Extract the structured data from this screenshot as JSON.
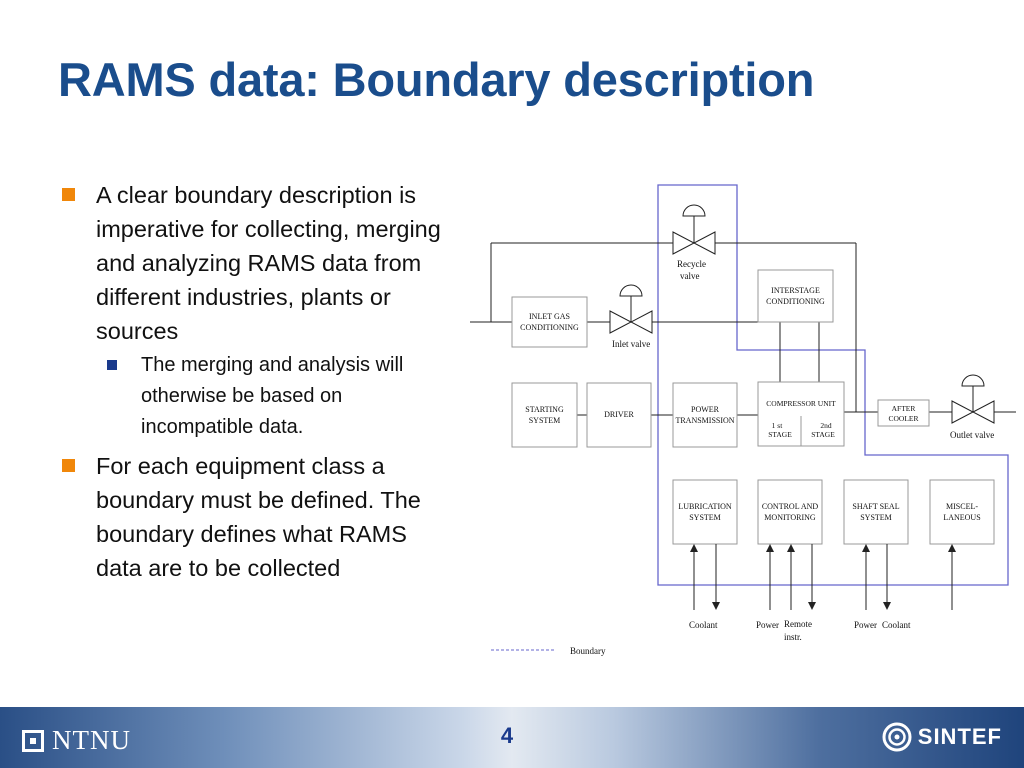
{
  "slide": {
    "title": "RAMS data: Boundary description",
    "page_number": "4"
  },
  "bullets": [
    {
      "level": 1,
      "text": "A clear boundary description is imperative for collecting, merging and analyzing RAMS data from different industries, plants or sources"
    },
    {
      "level": 2,
      "text": "The merging and analysis will otherwise be based on incompatible data."
    },
    {
      "level": 1,
      "text": "For each equipment class a boundary must be defined. The boundary defines what RAMS data are to be collected"
    }
  ],
  "diagram": {
    "boxes": {
      "inlet_gas_conditioning": [
        "INLET GAS",
        "CONDITIONING"
      ],
      "interstage_conditioning": [
        "INTERSTAGE",
        "CONDITIONING"
      ],
      "starting_system": [
        "STARTING",
        "SYSTEM"
      ],
      "driver": [
        "DRIVER"
      ],
      "power_transmission": [
        "POWER",
        "TRANSMISSION"
      ],
      "compressor_unit": "COMPRESSOR UNIT",
      "stage1": [
        "1 st",
        "STAGE"
      ],
      "stage2": [
        "2nd",
        "STAGE"
      ],
      "after_cooler": [
        "AFTER",
        "COOLER"
      ],
      "lubrication_system": [
        "LUBRICATION",
        "SYSTEM"
      ],
      "control_and_monitoring": [
        "CONTROL AND",
        "MONITORING"
      ],
      "shaft_seal_system": [
        "SHAFT SEAL",
        "SYSTEM"
      ],
      "miscellaneous": [
        "MISCEL-",
        "LANEOUS"
      ]
    },
    "valves": {
      "recycle": [
        "Recycle",
        "valve"
      ],
      "inlet": "Inlet valve",
      "outlet": "Outlet valve"
    },
    "utilities": {
      "coolant_1": "Coolant",
      "power_1": "Power",
      "remote_instr": [
        "Remote",
        "instr."
      ],
      "power_2": "Power",
      "coolant_2": "Coolant"
    },
    "legend": {
      "boundary": "Boundary"
    },
    "colors": {
      "boundary": "#6666cc",
      "lines": "#222222"
    }
  },
  "footer": {
    "left_logo_text": "NTNU",
    "right_logo_text": "SINTEF"
  }
}
